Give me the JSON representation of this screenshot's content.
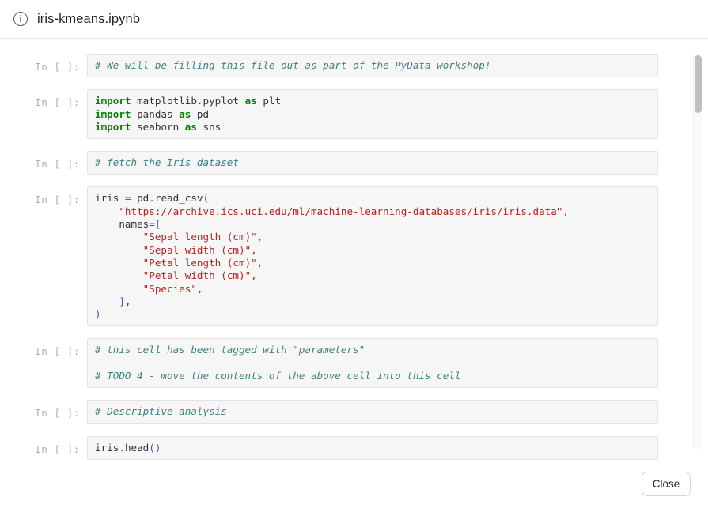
{
  "header": {
    "icon": "info-circle-icon",
    "title": "iris-kmeans.ipynb"
  },
  "notebook": {
    "prompt_label": "In [ ]:",
    "cells": [
      {
        "index": 0,
        "prompt": "In [ ]:",
        "source": "# We will be filling this file out as part of the PyData workshop!"
      },
      {
        "index": 1,
        "prompt": "In [ ]:",
        "source": "import matplotlib.pyplot as plt\nimport pandas as pd\nimport seaborn as sns"
      },
      {
        "index": 2,
        "prompt": "In [ ]:",
        "source": "# fetch the Iris dataset"
      },
      {
        "index": 3,
        "prompt": "In [ ]:",
        "source": "iris = pd.read_csv(\n    \"https://archive.ics.uci.edu/ml/machine-learning-databases/iris/iris.data\",\n    names=[\n        \"Sepal length (cm)\",\n        \"Sepal width (cm)\",\n        \"Petal length (cm)\",\n        \"Petal width (cm)\",\n        \"Species\",\n    ],\n)"
      },
      {
        "index": 4,
        "prompt": "In [ ]:",
        "source": "# this cell has been tagged with \"parameters\"\n\n# TODO 4 - move the contents of the above cell into this cell"
      },
      {
        "index": 5,
        "prompt": "In [ ]:",
        "source": "# Descriptive analysis"
      },
      {
        "index": 6,
        "prompt": "In [ ]:",
        "source": "iris.head()"
      }
    ]
  },
  "footer": {
    "close_label": "Close"
  },
  "scrollbar": {
    "name": "vertical-scrollbar"
  },
  "colors": {
    "comment": "#408080",
    "keyword": "#008000",
    "string": "#ba2121",
    "operator": "#a020a0",
    "bracket": "#3b5fb5",
    "cell_background": "#f6f6f6",
    "cell_border": "#e3e3e3",
    "prompt_text": "#b0b0b0"
  }
}
